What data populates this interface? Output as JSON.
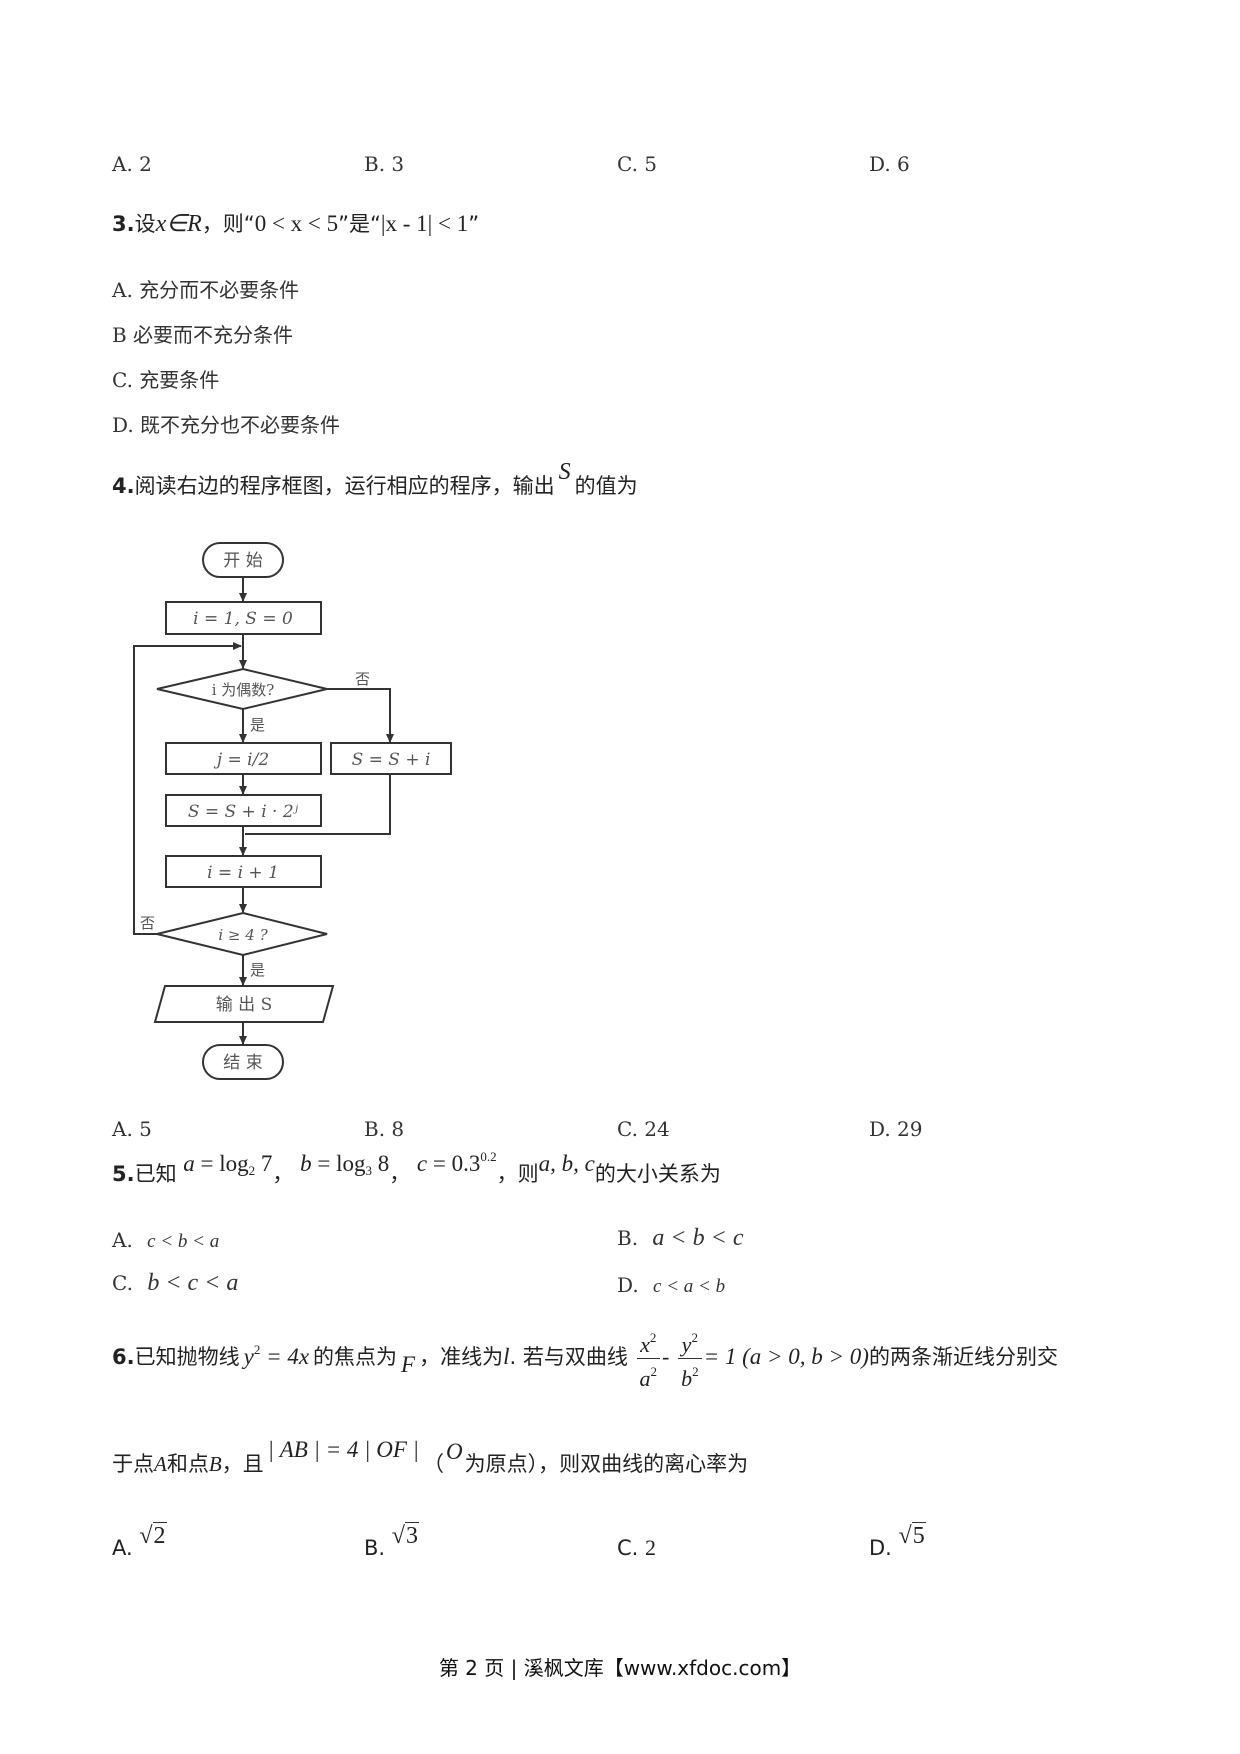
{
  "q2_options": {
    "a": "A. 2",
    "b": "B. 3",
    "c": "C. 5",
    "d": "D. 6"
  },
  "q3": {
    "num": "3.",
    "t1": "设",
    "t2": "，则“",
    "t3": "”是“",
    "t4": "”",
    "expr1": "x∈R",
    "expr2": "0 < x < 5",
    "expr3": "|x - 1| < 1",
    "options": {
      "a": "A. 充分而不必要条件",
      "b": "B 必要而不充分条件",
      "c": "C. 充要条件",
      "d": "D. 既不充分也不必要条件"
    }
  },
  "q4": {
    "num": "4.",
    "text": "阅读右边的程序框图，运行相应的程序，输出",
    "var": "S",
    "tail": "的值为",
    "flow": {
      "start": "开 始",
      "init": "i = 1, S = 0",
      "cond1": "i 为偶数?",
      "no1": "否",
      "yes1": "是",
      "assign_j": "j = i/2",
      "assign_s_right": "S = S + i",
      "assign_s_left": "S = S + i · 2ʲ",
      "incr": "i = i + 1",
      "cond2": "i ≥ 4 ?",
      "no2": "否",
      "yes2": "是",
      "output": "输 出 S",
      "end": "结 束"
    },
    "options": {
      "a": "A. 5",
      "b": "B. 8",
      "c": "C. 24",
      "d": "D. 29"
    }
  },
  "q5": {
    "num": "5.",
    "t1": "已知",
    "sep": "，",
    "t2": "，则",
    "t3": "的大小关系为",
    "a_lhs": "a",
    "log_a": "log",
    "log_a_base": "2",
    "log_a_arg": "7",
    "b_lhs": "b",
    "log_b": "log",
    "log_b_base": "3",
    "log_b_arg": "8",
    "c_lhs": "c",
    "c_base": "0.3",
    "c_exp": "0.2",
    "vars": "a, b, c",
    "opt_a_label": "A.",
    "opt_a": "c < b < a",
    "opt_b_label": "B.",
    "opt_b": "a < b < c",
    "opt_c_label": "C.",
    "opt_c": "b < c < a",
    "opt_d_label": "D.",
    "opt_d": "c < a < b"
  },
  "q6": {
    "num": "6.",
    "t1": "已知抛物线",
    "parabola_lhs": "y",
    "parabola_exp": "2",
    "parabola_rhs": " = 4x",
    "t2": "的焦点为",
    "F": "F",
    "t3": "，准线为",
    "l": "l",
    "t4": ". 若与双曲线",
    "hyp_x": "x",
    "hyp_a": "a",
    "hyp_y": "y",
    "hyp_b": "b",
    "hyp_two": "2",
    "hyp_minus": "-",
    "hyp_rhs": "= 1 (a > 0, b > 0)",
    "t5": "的两条渐近线分别交",
    "line2_a": "于点",
    "A": "A",
    "line2_b": "和点",
    "B": "B",
    "line2_c": "，且",
    "ab_expr": "| AB | = 4 | OF |",
    "lparen": "（",
    "O": "O",
    "line2_d": "为原点），则双曲线的离心率为",
    "opt_a_label": "A.",
    "opt_a": "2",
    "opt_b_label": "B.",
    "opt_b": "3",
    "opt_c_label": "C.",
    "opt_c": "2",
    "opt_d_label": "D.",
    "opt_d": "5"
  },
  "footer": "第 2 页 | 溪枫文库【www.xfdoc.com】"
}
